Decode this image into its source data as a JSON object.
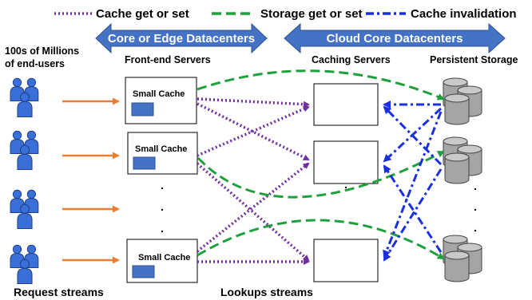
{
  "legend": {
    "cache": "Cache get or set",
    "storage": "Storage get or set",
    "invalidation": "Cache invalidation"
  },
  "banners": {
    "edge": "Core or Edge Datacenters",
    "cloud": "Cloud Core Datacenters"
  },
  "headings": {
    "users_line1": "100s  of Millions",
    "users_line2": "of end-users",
    "frontend": "Front-end Servers",
    "caching": "Caching Servers",
    "storage": "Persistent Storage"
  },
  "frontend_labels": [
    "Small Cache",
    "Small Cache",
    "Small Cache"
  ],
  "ellipsis": ".",
  "bottom": {
    "request": "Request streams",
    "lookups": "Lookups streams"
  },
  "colors": {
    "cache_line": "#7030a0",
    "storage_line": "#1ea03c",
    "invalidation_line": "#1a2fe0",
    "request_arrow": "#ed7d31",
    "banner": "#4472c4",
    "user_fill": "#3a6fd8",
    "small_cache_fill": "#4472c4",
    "storage_fill": "#a5a5a5"
  }
}
